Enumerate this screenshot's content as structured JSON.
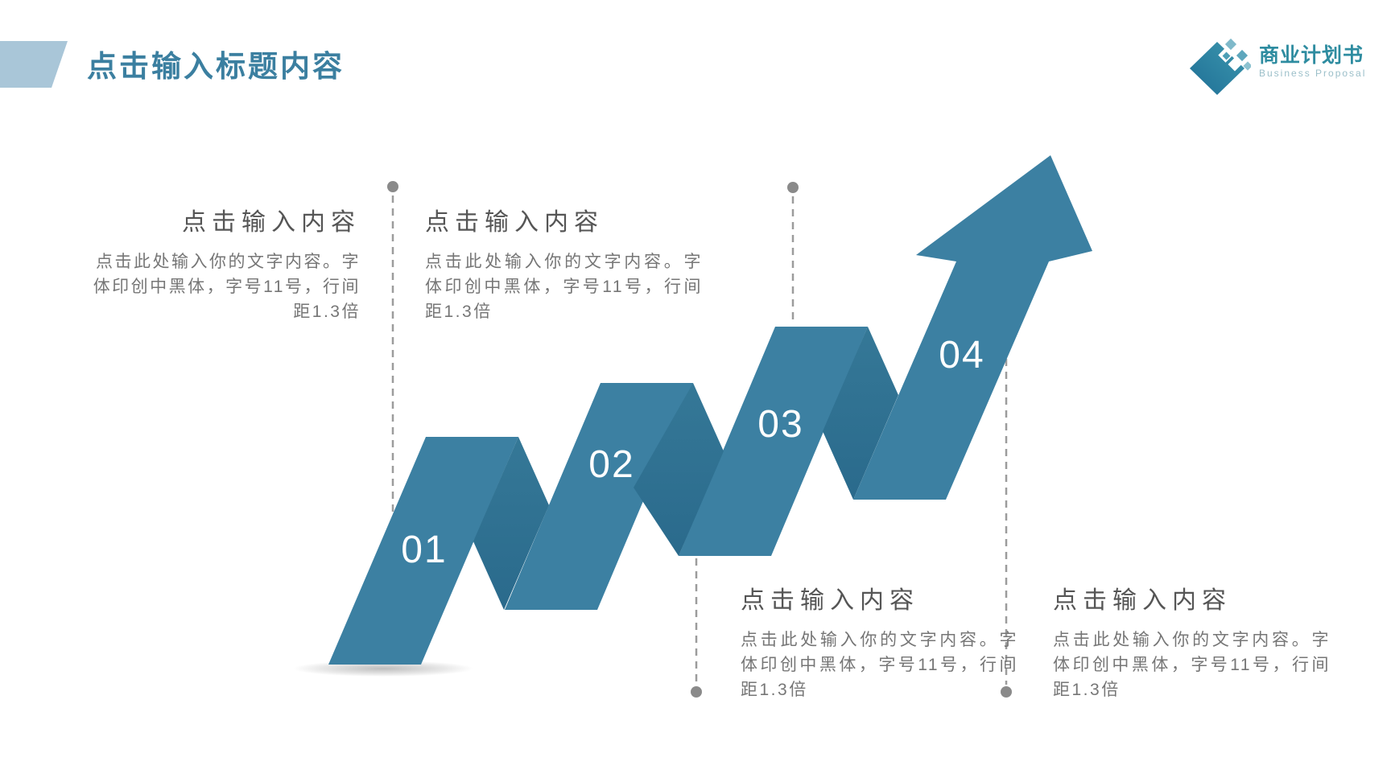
{
  "title": "点击输入标题内容",
  "logo": {
    "cn": "商业计划书",
    "en": "Business Proposal"
  },
  "steps": [
    {
      "num": "01",
      "heading": "点击输入内容",
      "body": "点击此处输入你的文字内容。字体印创中黑体，字号11号，行间距1.3倍"
    },
    {
      "num": "02",
      "heading": "点击输入内容",
      "body": "点击此处输入你的文字内容。字体印创中黑体，字号11号，行间距1.3倍"
    },
    {
      "num": "03",
      "heading": "点击输入内容",
      "body": "点击此处输入你的文字内容。字体印创中黑体，字号11号，行间距1.3倍"
    },
    {
      "num": "04",
      "heading": "点击输入内容",
      "body": "点击此处输入你的文字内容。字体印创中黑体，字号11号，行间距1.3倍"
    }
  ],
  "colors": {
    "title": "#3B7FA0",
    "accentBar": "#A9C6D8",
    "ribbonFront": "#3C80A2",
    "ribbonFold": "#2F7294",
    "arrow": "#3E82A4",
    "logoCn": "#2E8CA0",
    "logoEn": "#9BBFC9",
    "heading": "#555555",
    "body": "#767676",
    "dash": "#9C9C9C",
    "dot": "#8A8A8A",
    "numberText": "#FFFFFF"
  }
}
